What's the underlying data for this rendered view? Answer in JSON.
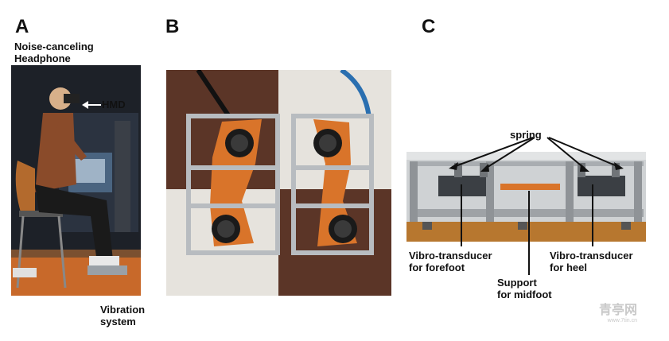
{
  "panels": {
    "a": {
      "letter": "A",
      "labels": {
        "headphone": "Noise-canceling\nHeadphone",
        "hmd": "HMD",
        "vibration": "Vibration\nsystem"
      }
    },
    "b": {
      "letter": "B"
    },
    "c": {
      "letter": "C",
      "labels": {
        "spring": "spring",
        "forefoot": "Vibro-transducer\nfor forefoot",
        "support": "Support\nfor midfoot",
        "heel": "Vibro-transducer\nfor heel"
      }
    }
  },
  "watermark": {
    "text": "青亭网",
    "sub": "www.7tin.cn"
  },
  "colors": {
    "orange": "#d9742a",
    "aluminum": "#b8bcc0",
    "dark_room": "#1d2128",
    "floor_orange": "#c8692a"
  }
}
